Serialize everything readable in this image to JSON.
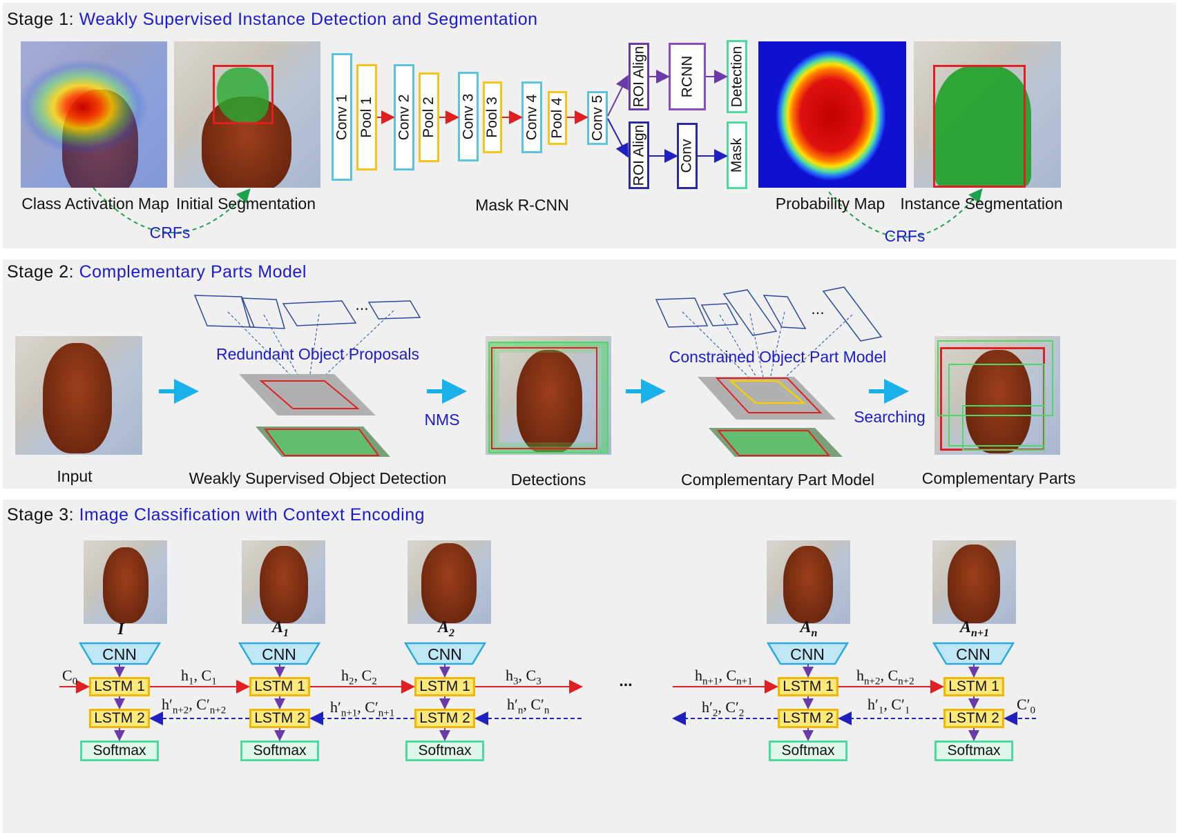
{
  "stage1": {
    "prefix": "Stage 1:",
    "title": "Weakly Supervised Instance Detection and Segmentation",
    "cap_cam": "Class Activation Map",
    "cap_init": "Initial Segmentation",
    "cap_mask": "Mask R-CNN",
    "cap_prob": "Probability Map",
    "cap_inst": "Instance Segmentation",
    "crfs_left": "CRFs",
    "crfs_right": "CRFs",
    "layers": [
      "Conv 1",
      "Pool 1",
      "Conv 2",
      "Pool 2",
      "Conv 3",
      "Pool 3",
      "Conv 4",
      "Pool 4",
      "Conv 5"
    ],
    "roi_top": "ROI Align",
    "roi_bottom": "ROI Align",
    "rcnn": "RCNN",
    "conv_head": "Conv",
    "detection": "Detection",
    "mask": "Mask"
  },
  "stage2": {
    "prefix": "Stage 2:",
    "title": "Complementary Parts Model",
    "cap_input": "Input",
    "cap_wsod": "Weakly Supervised Object Detection",
    "cap_det": "Detections",
    "cap_cpm": "Complementary Part Model",
    "cap_parts": "Complementary Parts",
    "redundant": "Redundant Object Proposals",
    "constrained": "Constrained Object Part Model",
    "nms": "NMS",
    "searching": "Searching",
    "ellipsis1": "...",
    "ellipsis2": "..."
  },
  "stage3": {
    "prefix": "Stage 3:",
    "title": "Image Classification with Context Encoding",
    "cnn": "CNN",
    "lstm1": "LSTM 1",
    "lstm2": "LSTM 2",
    "softmax": "Softmax",
    "ellipsis": "..."
  },
  "colors": {
    "blue_text": "#1a1ad6",
    "conv": "#5bc2e0",
    "pool": "#f5c518",
    "roi": "#5b2ca0",
    "arrow_red": "#e02020",
    "arrow_blue": "#2020c0",
    "crf_green": "#1aa34a",
    "process_arrow": "#1ab0ea",
    "cnn_fill": "#bfe6f5"
  }
}
